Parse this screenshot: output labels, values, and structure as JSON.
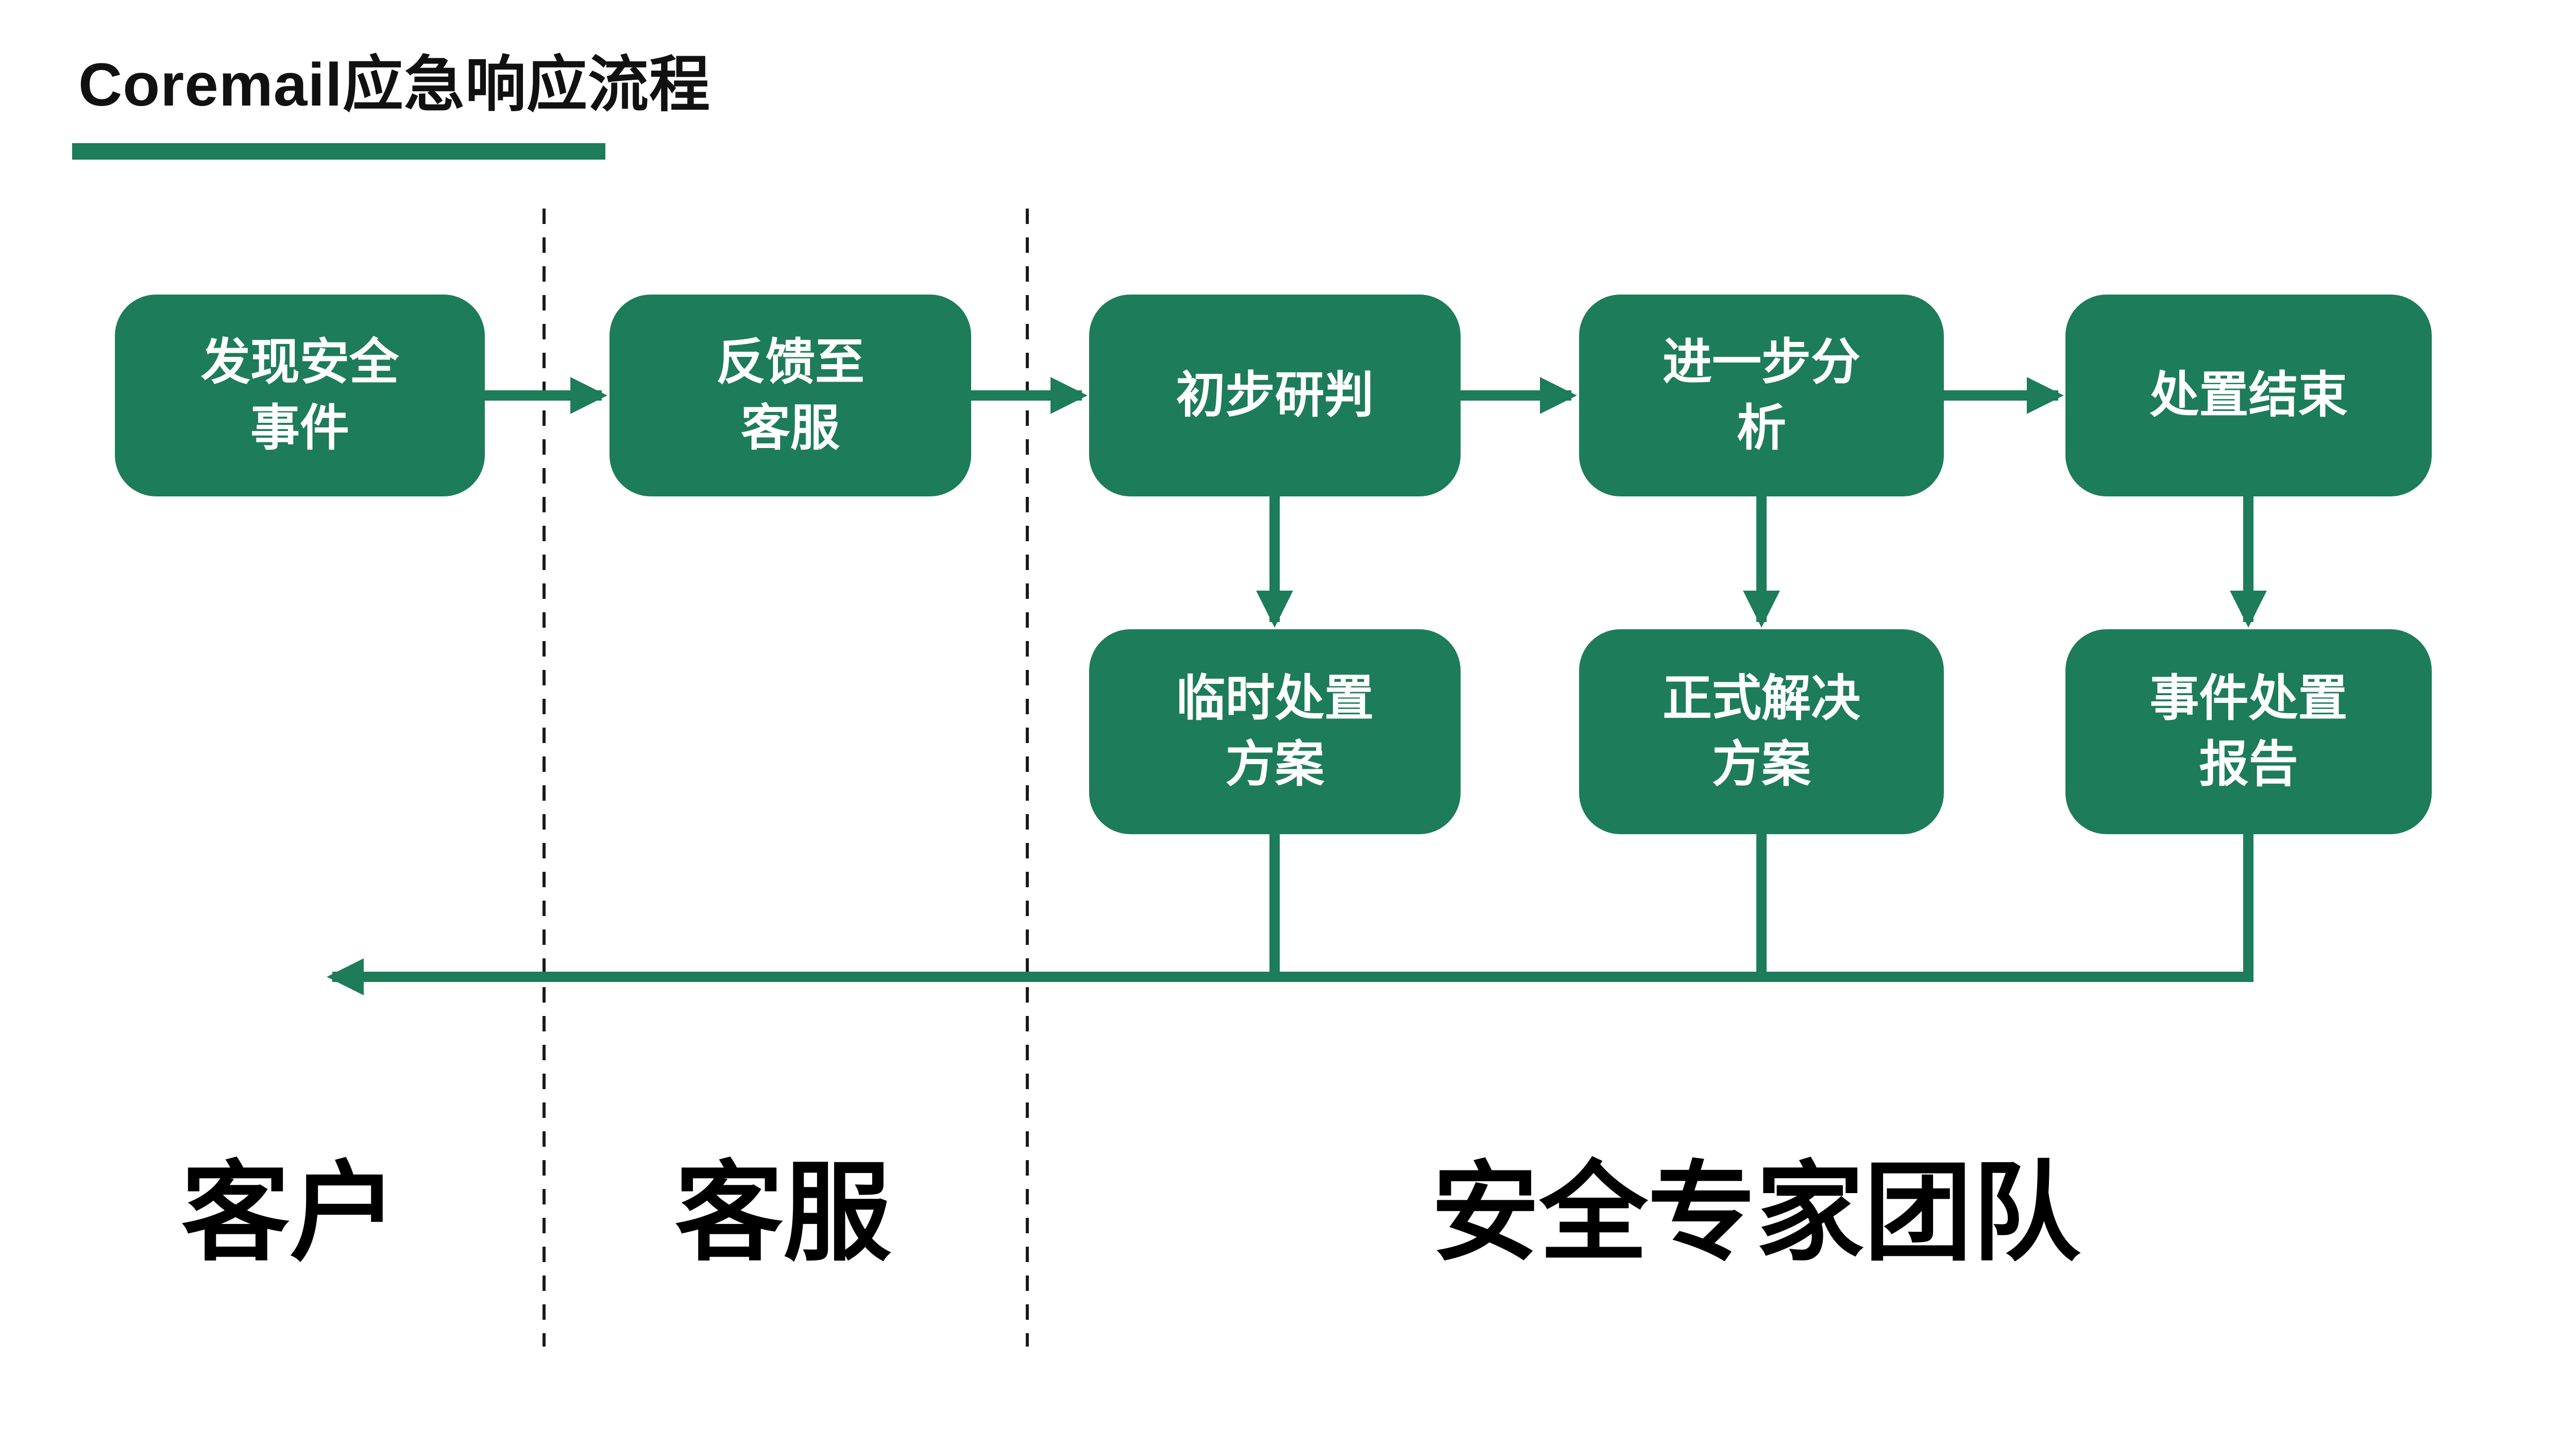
{
  "title": "Coremail应急响应流程",
  "colors": {
    "accent": "#1d7c59",
    "divider": "#1a1a1a",
    "text": "#111111"
  },
  "boxes": {
    "discover": "发现安全\n事件",
    "feedback": "反馈至\n客服",
    "preliminary": "初步研判",
    "further": "进一步分\n析",
    "end": "处置结束",
    "temporary": "临时处置\n方案",
    "formal": "正式解决\n方案",
    "report": "事件处置\n报告"
  },
  "lanes": [
    {
      "label": "客户"
    },
    {
      "label": "客服"
    },
    {
      "label": "安全专家团队"
    }
  ]
}
